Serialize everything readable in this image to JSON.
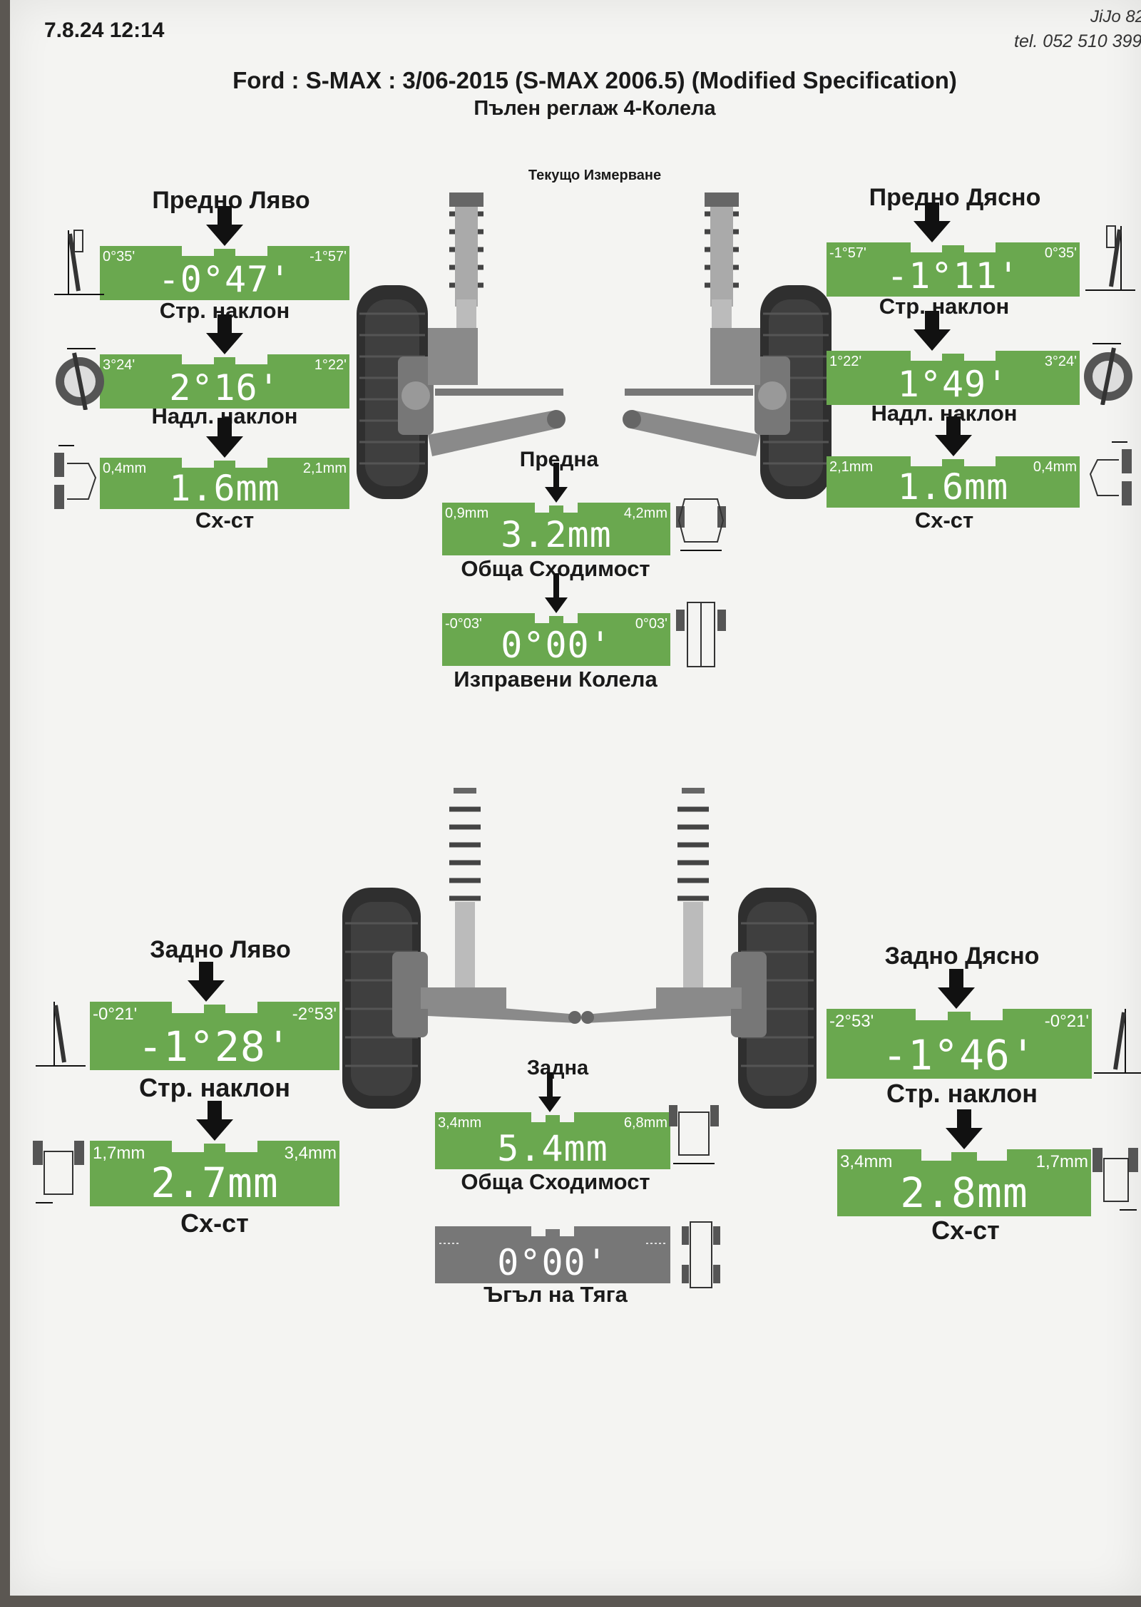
{
  "header": {
    "datetime": "7.8.24 12:14",
    "shop": "JiJo 82",
    "phone": "tel. 052 510 399",
    "title": "Ford : S-MAX : 3/06-2015 (S-MAX 2006.5) (Modified Specification)",
    "subtitle": "Пълен реглаж 4-Колела",
    "current_measurement": "Текущо Измерване"
  },
  "colors": {
    "gauge_green": "#6aa84f",
    "gauge_gray": "#777777",
    "gauge_text": "#ffffff"
  },
  "front_left": {
    "title": "Предно Ляво",
    "camber": {
      "label": "Стр. наклон",
      "min": "0°35'",
      "max": "-1°57'",
      "value": "-0°47'"
    },
    "caster": {
      "label": "Надл. наклон",
      "min": "3°24'",
      "max": "1°22'",
      "value": "2°16'"
    },
    "toe": {
      "label": "Сх-ст",
      "min": "0,4mm",
      "max": "2,1mm",
      "value": "1.6mm"
    }
  },
  "front_right": {
    "title": "Предно Дясно",
    "camber": {
      "label": "Стр. наклон",
      "min": "-1°57'",
      "max": "0°35'",
      "value": "-1°11'"
    },
    "caster": {
      "label": "Надл. наклон",
      "min": "1°22'",
      "max": "3°24'",
      "value": "1°49'"
    },
    "toe": {
      "label": "Сх-ст",
      "min": "2,1mm",
      "max": "0,4mm",
      "value": "1.6mm"
    }
  },
  "front_center": {
    "title": "Предна",
    "total_toe": {
      "label": "Обща Сходимост",
      "min": "0,9mm",
      "max": "4,2mm",
      "value": "3.2mm"
    },
    "straight": {
      "label": "Изправени Колела",
      "min": "-0°03'",
      "max": "0°03'",
      "value": "0°00'"
    }
  },
  "rear_left": {
    "title": "Задно Ляво",
    "camber": {
      "label": "Стр. наклон",
      "min": "-0°21'",
      "max": "-2°53'",
      "value": "-1°28'"
    },
    "toe": {
      "label": "Сх-ст",
      "min": "1,7mm",
      "max": "3,4mm",
      "value": "2.7mm"
    }
  },
  "rear_right": {
    "title": "Задно Дясно",
    "camber": {
      "label": "Стр. наклон",
      "min": "-2°53'",
      "max": "-0°21'",
      "value": "-1°46'"
    },
    "toe": {
      "label": "Сх-ст",
      "min": "3,4mm",
      "max": "1,7mm",
      "value": "2.8mm"
    }
  },
  "rear_center": {
    "title": "Задна",
    "total_toe": {
      "label": "Обща Сходимост",
      "min": "3,4mm",
      "max": "6,8mm",
      "value": "5.4mm"
    },
    "thrust": {
      "label": "Ъгъл на Тяга",
      "value": "0°00'"
    }
  }
}
